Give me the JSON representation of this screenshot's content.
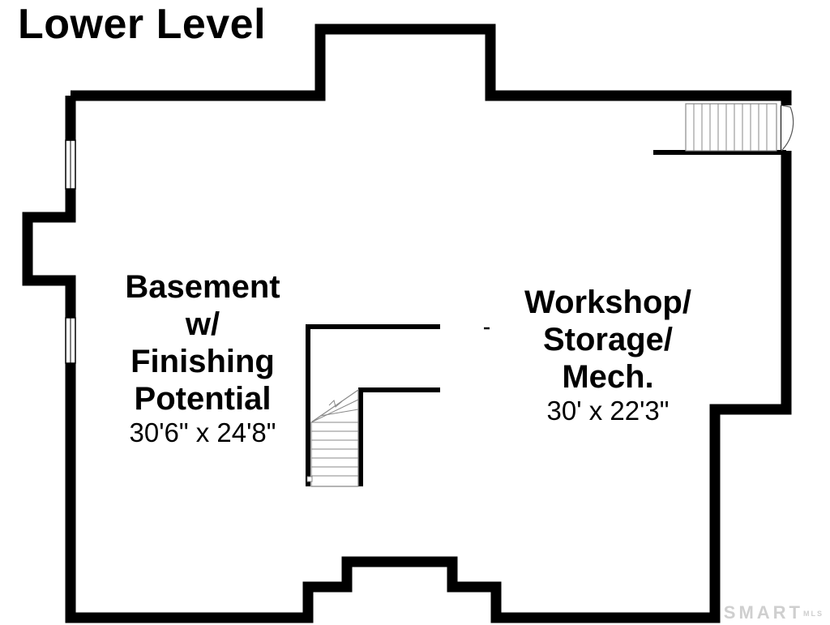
{
  "title": "Lower Level",
  "rooms": {
    "basement": {
      "name_lines": [
        "Basement",
        "w/",
        "Finishing",
        "Potential"
      ],
      "dimensions": "30'6\" x 24'8\""
    },
    "workshop": {
      "name_lines": [
        "Workshop/",
        "Storage/",
        "Mech."
      ],
      "dimensions": "30' x 22'3\""
    }
  },
  "watermark": {
    "main": "SMART",
    "sub": "MLS"
  },
  "colors": {
    "wall": "#000000",
    "background": "#ffffff",
    "watermark": "#cfcfcf"
  }
}
